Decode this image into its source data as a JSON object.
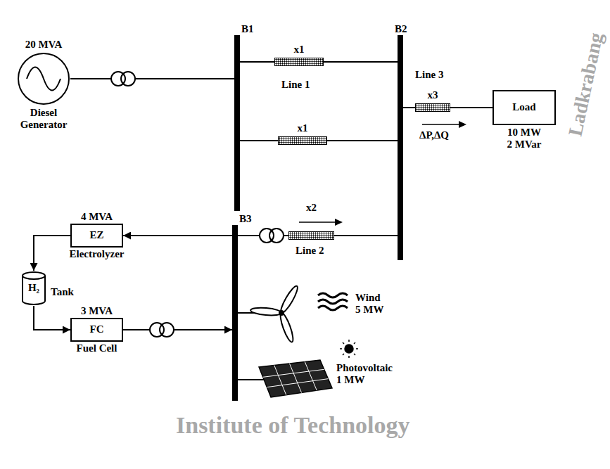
{
  "diagram": {
    "nodes": [
      {
        "text": [
          "20 MVA",
          "Diesel Generator"
        ]
      },
      {
        "text": [
          "B1"
        ]
      },
      {
        "text": [
          "x1"
        ]
      },
      {
        "text": [
          "x1"
        ]
      },
      {
        "text": [
          "B2"
        ]
      },
      {
        "text": [
          "x3"
        ]
      },
      {
        "text": [
          "Load",
          "10 MW 2 MVar"
        ]
      },
      {
        "text": [
          "B3"
        ]
      },
      {
        "text": [
          "x2"
        ]
      },
      {
        "text": [
          "4 MVA",
          "EZ",
          "Electrolyzer"
        ]
      },
      {
        "text": [
          "H₂",
          "Tank"
        ]
      },
      {
        "text": [
          "3 MVA",
          "FC",
          "Fuel Cell"
        ]
      }
    ],
    "edges": [
      {
        "from": 0,
        "to": 1,
        "arrow": "none"
      },
      {
        "from": 1,
        "to": 2,
        "arrow": "none"
      },
      {
        "from": 2,
        "to": 4,
        "arrow": "none"
      },
      {
        "from": 1,
        "to": 3,
        "arrow": "none"
      },
      {
        "from": 3,
        "to": 4,
        "arrow": "none"
      },
      {
        "from": 4,
        "to": 5,
        "arrow": "none"
      },
      {
        "from": 5,
        "to": 6,
        "arrow": "none"
      },
      {
        "from": 7,
        "to": 8,
        "arrow": "none"
      },
      {
        "from": 8,
        "to": 4,
        "arrow": "none"
      },
      {
        "from": 7,
        "to": 9,
        "arrow": "to"
      },
      {
        "from": 9,
        "to": 10,
        "arrow": "to"
      },
      {
        "from": 10,
        "to": 11,
        "arrow": "to"
      },
      {
        "from": 11,
        "to": 7,
        "arrow": "to"
      }
    ],
    "labels": [
      "Line 1",
      "Line 3",
      "ΔP,ΔQ",
      "Line 2",
      "Wind 5 MW",
      "Photovoltaic 1 MW",
      "Ladkrabang",
      "Institute of Technology"
    ]
  }
}
